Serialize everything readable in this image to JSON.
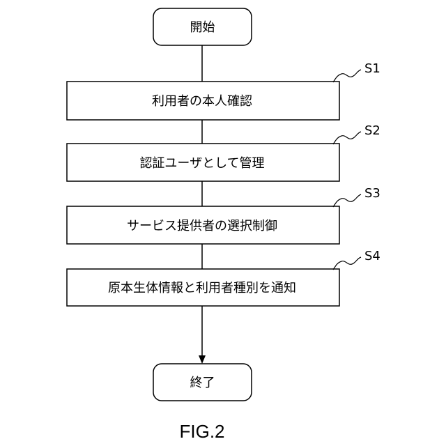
{
  "flowchart": {
    "start": "開始",
    "steps": [
      {
        "id": "S1",
        "text": "利用者の本人確認"
      },
      {
        "id": "S2",
        "text": "認証ユーザとして管理"
      },
      {
        "id": "S3",
        "text": "サービス提供者の選択制御"
      },
      {
        "id": "S4",
        "text": "原本生体情報と利用者種別を通知"
      }
    ],
    "end": "終了"
  },
  "figure_caption": "FIG.2"
}
